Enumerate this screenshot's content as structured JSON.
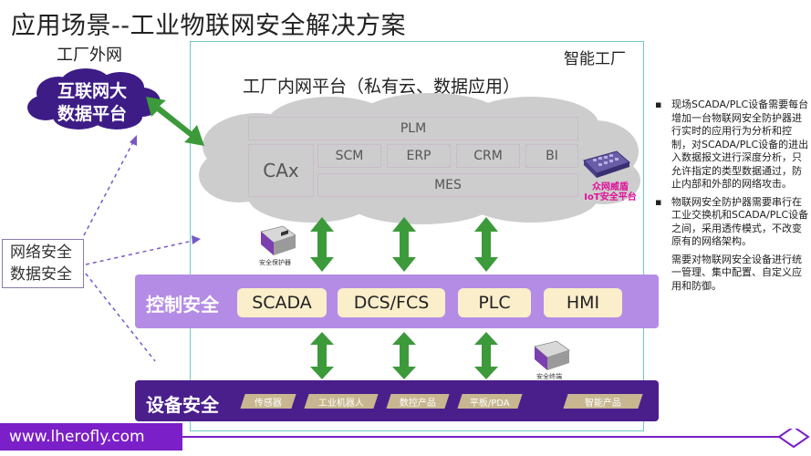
{
  "title": "应用场景--工业物联网安全解决方案",
  "external": {
    "label": "工厂外网",
    "cloud_line1": "互联网大",
    "cloud_line2": "数据平台"
  },
  "factory": {
    "label": "智能工厂",
    "intranet_label": "工厂内网平台（私有云、数据应用）"
  },
  "platform": {
    "plm": "PLM",
    "cax": "CAx",
    "scm": "SCM",
    "erp": "ERP",
    "crm": "CRM",
    "bi": "BI",
    "mes": "MES"
  },
  "iot_platform": {
    "line1": "众网威盾",
    "line2": "IoT安全平台"
  },
  "security_box": {
    "line1": "网络安全",
    "line2": "数据安全"
  },
  "protector_caption": "安全保护器",
  "terminal_caption": "安全终端",
  "control": {
    "label": "控制安全",
    "items": [
      "SCADA",
      "DCS/FCS",
      "PLC",
      "HMI"
    ]
  },
  "device": {
    "label": "设备安全",
    "items": [
      "传感器",
      "工业机器人",
      "数控产品",
      "平板/PDA",
      "智能产品"
    ]
  },
  "website": "www.lherofly.com",
  "notes": [
    "现场SCADA/PLC设备需要每台增加一台物联网安全防护器进行实时的应用行为分析和控制，对SCADA/PLC设备的进出入数据报文进行深度分析，只允许指定的类型数据通过，防止内部和外部的网络攻击。",
    "物联网安全防护器需要串行在工业交换机和SCADA/PLC设备之间，采用透传模式，不改变原有的网络架构。",
    "需要对物联网安全设备进行统一管理、集中配置、自定义应用和防御。"
  ],
  "bullet_char": "▪",
  "colors": {
    "arrow_green": "#3c9a3a",
    "cloud_purple": "#3d1c86",
    "control_band": "#b48ce6",
    "device_band": "#4a1f8c",
    "control_box": "#fbeecb",
    "website_bg": "#7b1fc8",
    "frame_border": "#6fc8c8"
  }
}
